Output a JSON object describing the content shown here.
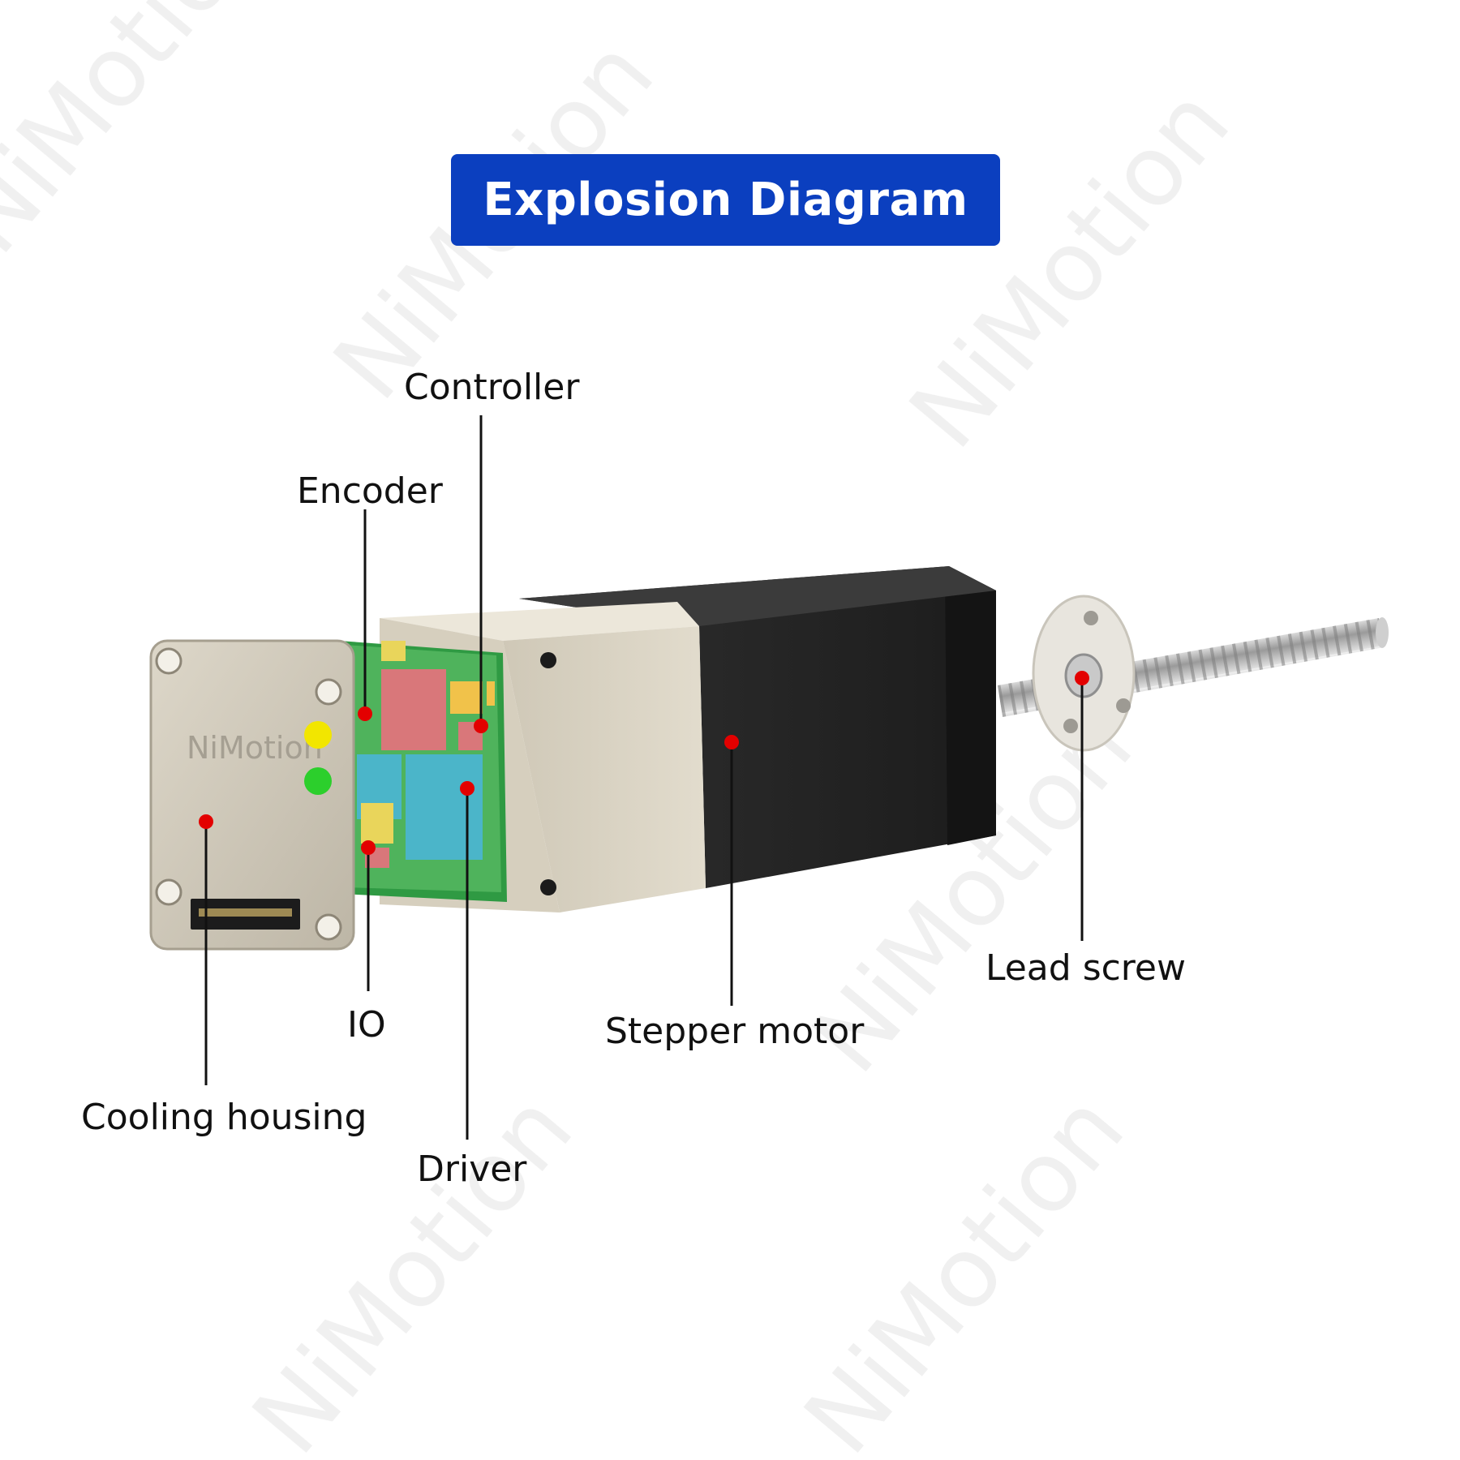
{
  "title": "Explosion Diagram",
  "brand": {
    "watermark_text": "NiMotion",
    "plate_engraving": "NiMotion"
  },
  "colors": {
    "title_bg": "#0b3fbf",
    "title_text": "#ffffff",
    "marker": "#e30000",
    "leader": "#111111",
    "led_yellow": "#f2e600",
    "led_green": "#2ccf2c"
  },
  "labels": {
    "controller": "Controller",
    "encoder": "Encoder",
    "io": "IO",
    "cooling_housing": "Cooling housing",
    "driver": "Driver",
    "stepper_motor": "Stepper motor",
    "lead_screw": "Lead screw"
  }
}
